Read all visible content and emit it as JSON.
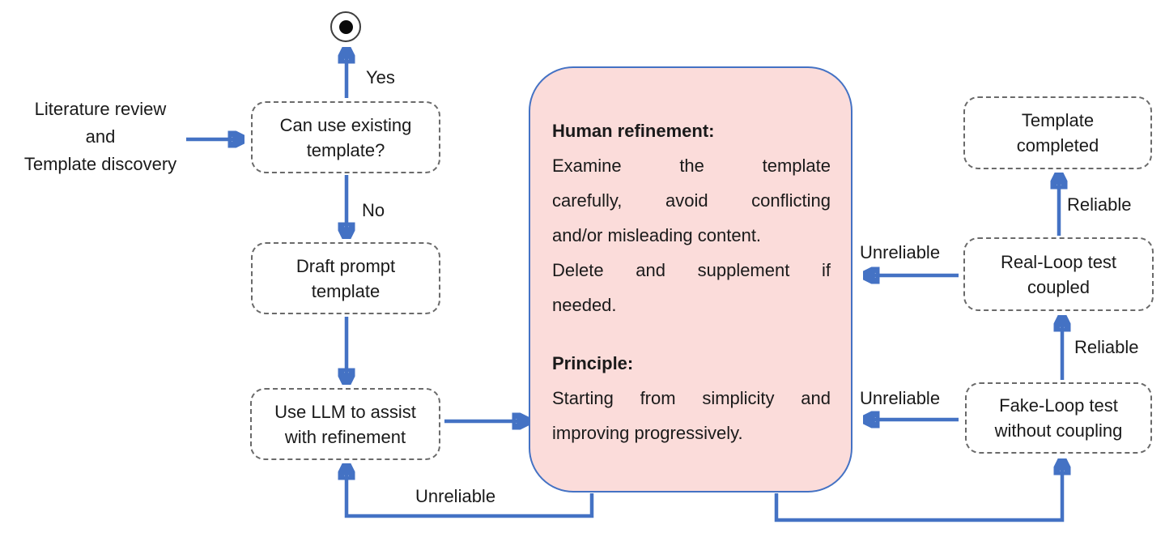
{
  "colors": {
    "arrow_blue": "#4472C4",
    "pink_fill": "#FBDCDA",
    "pink_border": "#4472C4",
    "dashed_box_border": "#6a6a6a",
    "text": "#1a1a1a",
    "terminal_ring": "#3d3d3d",
    "terminal_dot": "#0a0a0a"
  },
  "start_label": {
    "lines": [
      "Literature review",
      "and",
      "Template discovery"
    ]
  },
  "terminal": {
    "meaning": "end-state"
  },
  "nodes": {
    "decision": {
      "lines": [
        "Can use existing",
        "template?"
      ]
    },
    "draft": {
      "lines": [
        "Draft prompt",
        "template"
      ]
    },
    "llm": {
      "lines": [
        "Use LLM to assist",
        "with refinement"
      ]
    },
    "template_completed": {
      "lines": [
        "Template",
        "completed"
      ]
    },
    "real_loop": {
      "lines": [
        "Real-Loop test",
        "coupled"
      ]
    },
    "fake_loop": {
      "lines": [
        "Fake-Loop test",
        "without coupling"
      ]
    }
  },
  "pink_box": {
    "sections": [
      {
        "heading": "Human refinement:",
        "lines": [
          {
            "text": "Examine the template",
            "justify": true
          },
          {
            "text": "carefully, avoid conflicting",
            "justify": true
          },
          {
            "text": "and/or misleading content.",
            "justify": false
          },
          {
            "text": "Delete and supplement if",
            "justify": true
          },
          {
            "text": "needed.",
            "justify": false
          }
        ]
      },
      {
        "heading": "Principle:",
        "lines": [
          {
            "text": "Starting from simplicity and",
            "justify": true
          },
          {
            "text": "improving progressively.",
            "justify": false
          }
        ]
      }
    ]
  },
  "edge_labels": {
    "yes": "Yes",
    "no": "No",
    "reliable_top": "Reliable",
    "reliable_bottom": "Reliable",
    "unreliable_right_top": "Unreliable",
    "unreliable_right_bottom": "Unreliable",
    "unreliable_bottom": "Unreliable"
  }
}
